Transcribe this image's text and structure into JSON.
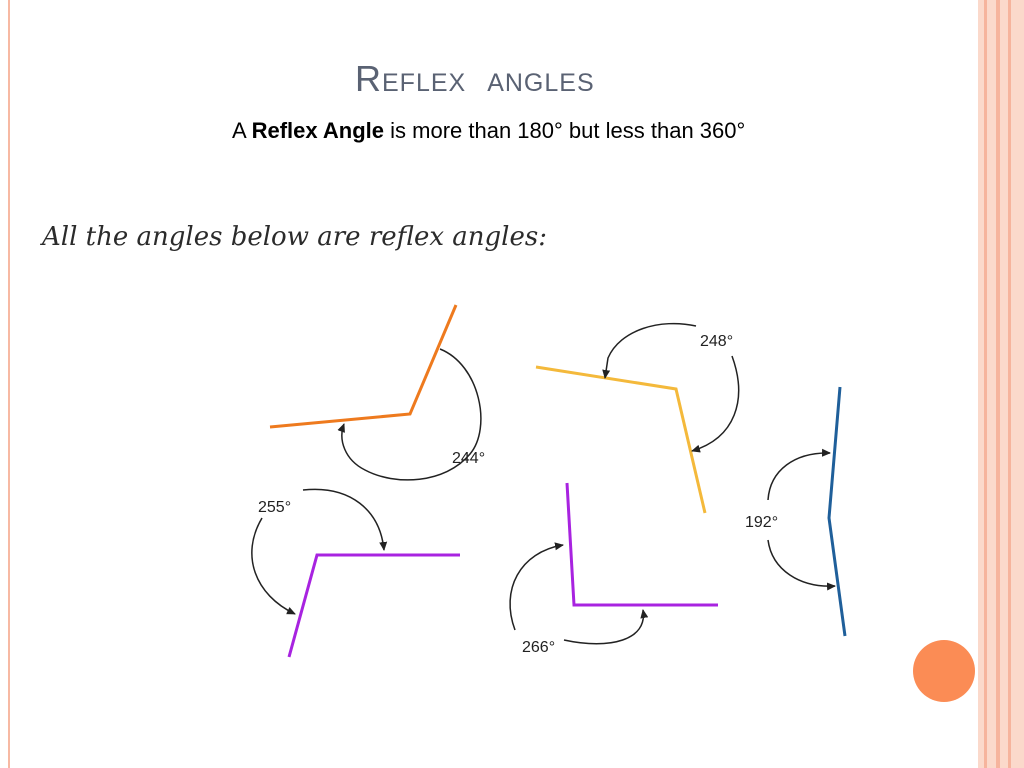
{
  "slide": {
    "title": "Reflex angles",
    "definition": {
      "prefix": "A ",
      "term": "Reflex Angle",
      "suffix": " is more than 180° but less than 360°"
    },
    "caption": "All the angles below are reflex angles:"
  },
  "angles": [
    {
      "label": "244°",
      "color": "#ee7a1e"
    },
    {
      "label": "248°",
      "color": "#f4b93b"
    },
    {
      "label": "255°",
      "color": "#a823e0"
    },
    {
      "label": "266°",
      "color": "#a823e0"
    },
    {
      "label": "192°",
      "color": "#1f5f9a"
    }
  ],
  "theme": {
    "accent": "#fb8c55",
    "band": "#fbd9cb"
  }
}
